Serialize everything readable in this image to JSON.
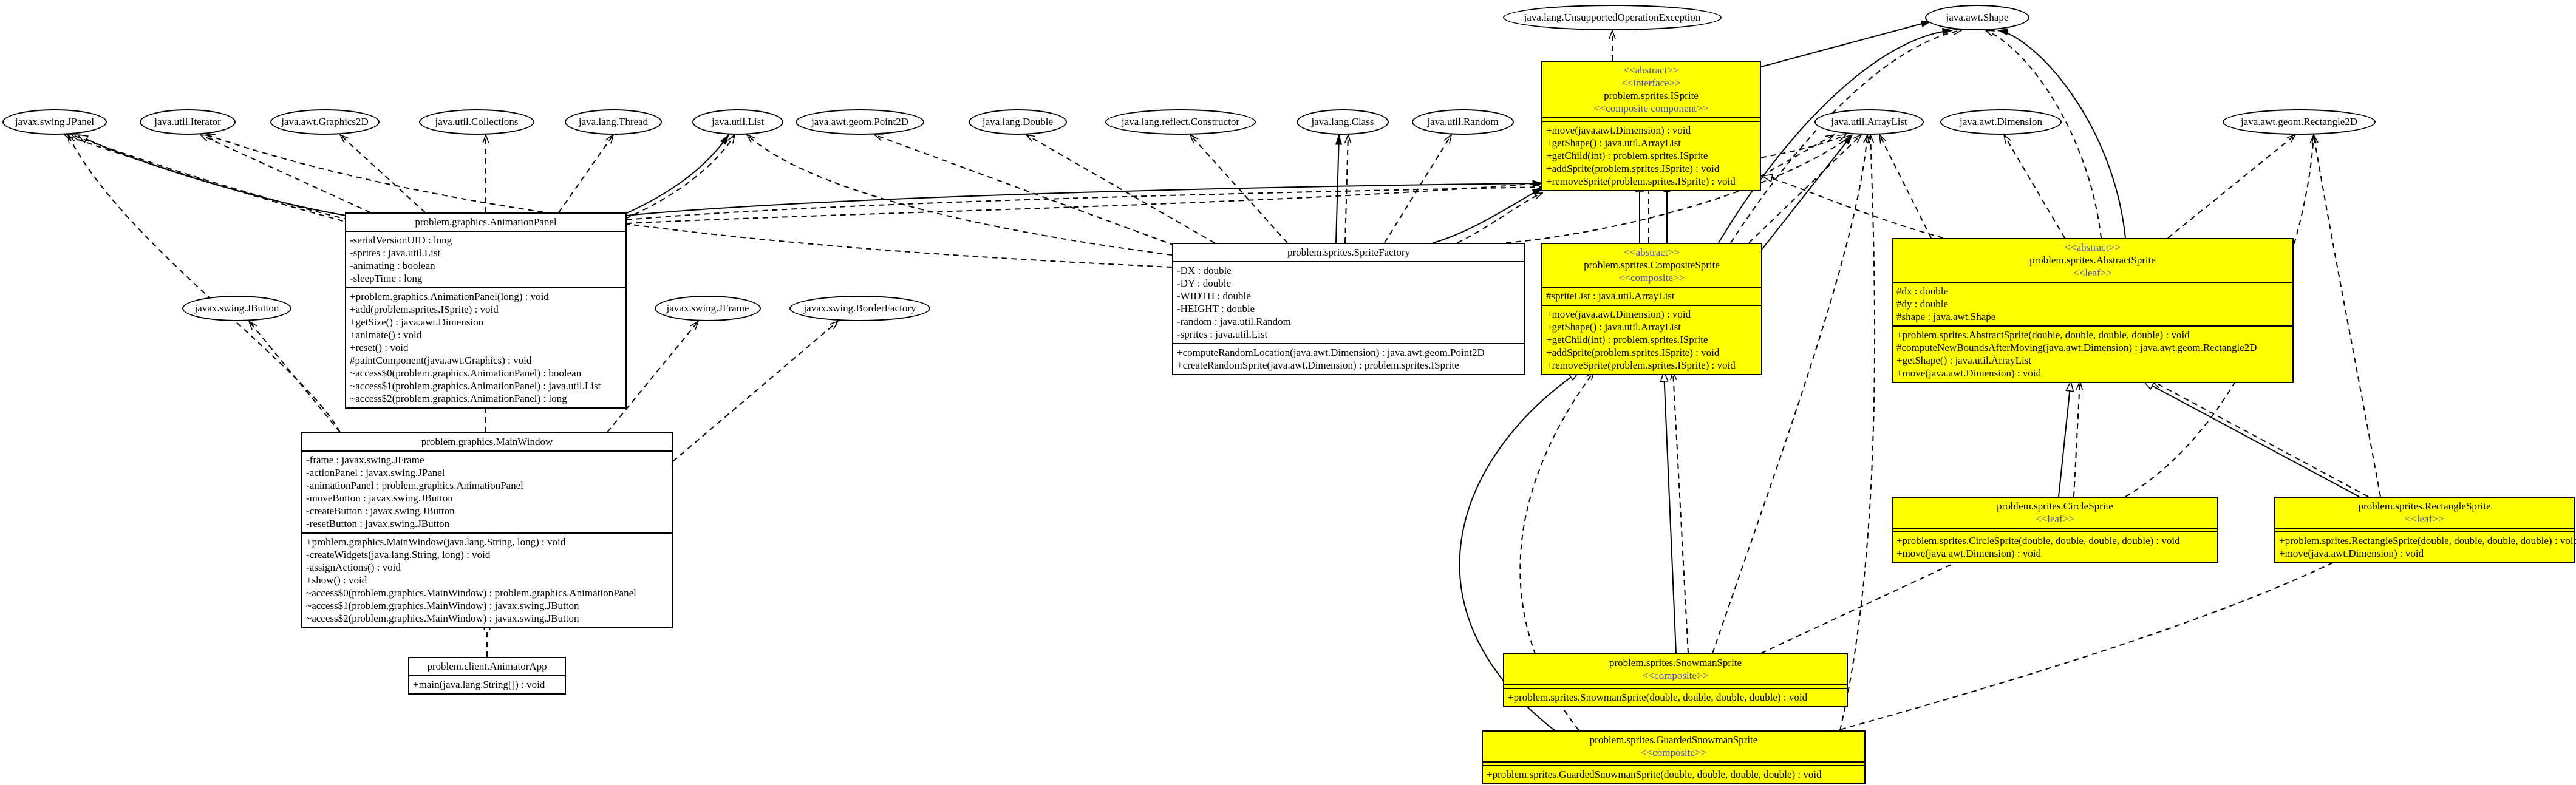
{
  "external_types": [
    "javax.swing.JPanel",
    "java.util.Iterator",
    "java.awt.Graphics2D",
    "java.util.Collections",
    "java.lang.Thread",
    "java.util.List",
    "java.awt.geom.Point2D",
    "java.lang.Double",
    "java.lang.reflect.Constructor",
    "java.lang.Class",
    "java.util.Random",
    "java.lang.UnsupportedOperationException",
    "java.awt.Shape",
    "java.util.ArrayList",
    "java.awt.Dimension",
    "java.awt.geom.Rectangle2D",
    "javax.swing.JButton",
    "javax.swing.JFrame",
    "javax.swing.BorderFactory"
  ],
  "classes": {
    "ISprite": {
      "stereotypes_top": [
        "<<abstract>>",
        "<<interface>>"
      ],
      "name": "problem.sprites.ISprite",
      "stereotypes_bottom": [
        "<<composite component>>"
      ],
      "fields": [],
      "methods": [
        "+move(java.awt.Dimension) : void",
        "+getShape() : java.util.ArrayList",
        "+getChild(int) : problem.sprites.ISprite",
        "+addSprite(problem.sprites.ISprite) : void",
        "+removeSprite(problem.sprites.ISprite) : void"
      ]
    },
    "AnimationPanel": {
      "stereotypes_top": [],
      "name": "problem.graphics.AnimationPanel",
      "stereotypes_bottom": [],
      "fields": [
        "-serialVersionUID : long",
        "-sprites : java.util.List",
        "-animating : boolean",
        "-sleepTime : long"
      ],
      "methods": [
        "+problem.graphics.AnimationPanel(long) : void",
        "+add(problem.sprites.ISprite) : void",
        "+getSize() : java.awt.Dimension",
        "+animate() : void",
        "+reset() : void",
        "#paintComponent(java.awt.Graphics) : void",
        "~access$0(problem.graphics.AnimationPanel) : boolean",
        "~access$1(problem.graphics.AnimationPanel) : java.util.List",
        "~access$2(problem.graphics.AnimationPanel) : long"
      ]
    },
    "SpriteFactory": {
      "stereotypes_top": [],
      "name": "problem.sprites.SpriteFactory",
      "stereotypes_bottom": [],
      "fields": [
        "-DX : double",
        "-DY : double",
        "-WIDTH : double",
        "-HEIGHT : double",
        "-random : java.util.Random",
        "-sprites : java.util.List"
      ],
      "methods": [
        "+computeRandomLocation(java.awt.Dimension) : java.awt.geom.Point2D",
        "+createRandomSprite(java.awt.Dimension) : problem.sprites.ISprite"
      ]
    },
    "CompositeSprite": {
      "stereotypes_top": [
        "<<abstract>>"
      ],
      "name": "problem.sprites.CompositeSprite",
      "stereotypes_bottom": [
        "<<composite>>"
      ],
      "fields": [
        "#spriteList : java.util.ArrayList"
      ],
      "methods": [
        "+move(java.awt.Dimension) : void",
        "+getShape() : java.util.ArrayList",
        "+getChild(int) : problem.sprites.ISprite",
        "+addSprite(problem.sprites.ISprite) : void",
        "+removeSprite(problem.sprites.ISprite) : void"
      ]
    },
    "AbstractSprite": {
      "stereotypes_top": [
        "<<abstract>>"
      ],
      "name": "problem.sprites.AbstractSprite",
      "stereotypes_bottom": [
        "<<leaf>>"
      ],
      "fields": [
        "#dx : double",
        "#dy : double",
        "#shape : java.awt.Shape"
      ],
      "methods": [
        "+problem.sprites.AbstractSprite(double, double, double, double) : void",
        "#computeNewBoundsAfterMoving(java.awt.Dimension) : java.awt.geom.Rectangle2D",
        "+getShape() : java.util.ArrayList",
        "+move(java.awt.Dimension) : void"
      ]
    },
    "MainWindow": {
      "stereotypes_top": [],
      "name": "problem.graphics.MainWindow",
      "stereotypes_bottom": [],
      "fields": [
        "-frame : javax.swing.JFrame",
        "-actionPanel : javax.swing.JPanel",
        "-animationPanel : problem.graphics.AnimationPanel",
        "-moveButton : javax.swing.JButton",
        "-createButton : javax.swing.JButton",
        "-resetButton : javax.swing.JButton"
      ],
      "methods": [
        "+problem.graphics.MainWindow(java.lang.String, long) : void",
        "-createWidgets(java.lang.String, long) : void",
        "-assignActions() : void",
        "+show() : void",
        "~access$0(problem.graphics.MainWindow) : problem.graphics.AnimationPanel",
        "~access$1(problem.graphics.MainWindow) : javax.swing.JButton",
        "~access$2(problem.graphics.MainWindow) : javax.swing.JButton"
      ]
    },
    "AnimatorApp": {
      "stereotypes_top": [],
      "name": "problem.client.AnimatorApp",
      "stereotypes_bottom": [],
      "fields": [],
      "methods": [
        "+main(java.lang.String[]) : void"
      ]
    },
    "CircleSprite": {
      "stereotypes_top": [],
      "name": "problem.sprites.CircleSprite",
      "stereotypes_bottom": [
        "<<leaf>>"
      ],
      "fields": [],
      "methods": [
        "+problem.sprites.CircleSprite(double, double, double, double) : void",
        "+move(java.awt.Dimension) : void"
      ]
    },
    "RectangleSprite": {
      "stereotypes_top": [],
      "name": "problem.sprites.RectangleSprite",
      "stereotypes_bottom": [
        "<<leaf>>"
      ],
      "fields": [],
      "methods": [
        "+problem.sprites.RectangleSprite(double, double, double, double) : void",
        "+move(java.awt.Dimension) : void"
      ]
    },
    "SnowmanSprite": {
      "stereotypes_top": [],
      "name": "problem.sprites.SnowmanSprite",
      "stereotypes_bottom": [
        "<<composite>>"
      ],
      "fields": [],
      "methods": [
        "+problem.sprites.SnowmanSprite(double, double, double, double) : void"
      ]
    },
    "GuardedSnowmanSprite": {
      "stereotypes_top": [],
      "name": "problem.sprites.GuardedSnowmanSprite",
      "stereotypes_bottom": [
        "<<composite>>"
      ],
      "fields": [],
      "methods": [
        "+problem.sprites.GuardedSnowmanSprite(double, double, double, double) : void"
      ]
    }
  },
  "colors": {
    "pattern_class_fill": "#ffff00",
    "plain_class_fill": "#ffffff",
    "stereotype_text": "#4b4bd6",
    "line": "#000000"
  }
}
